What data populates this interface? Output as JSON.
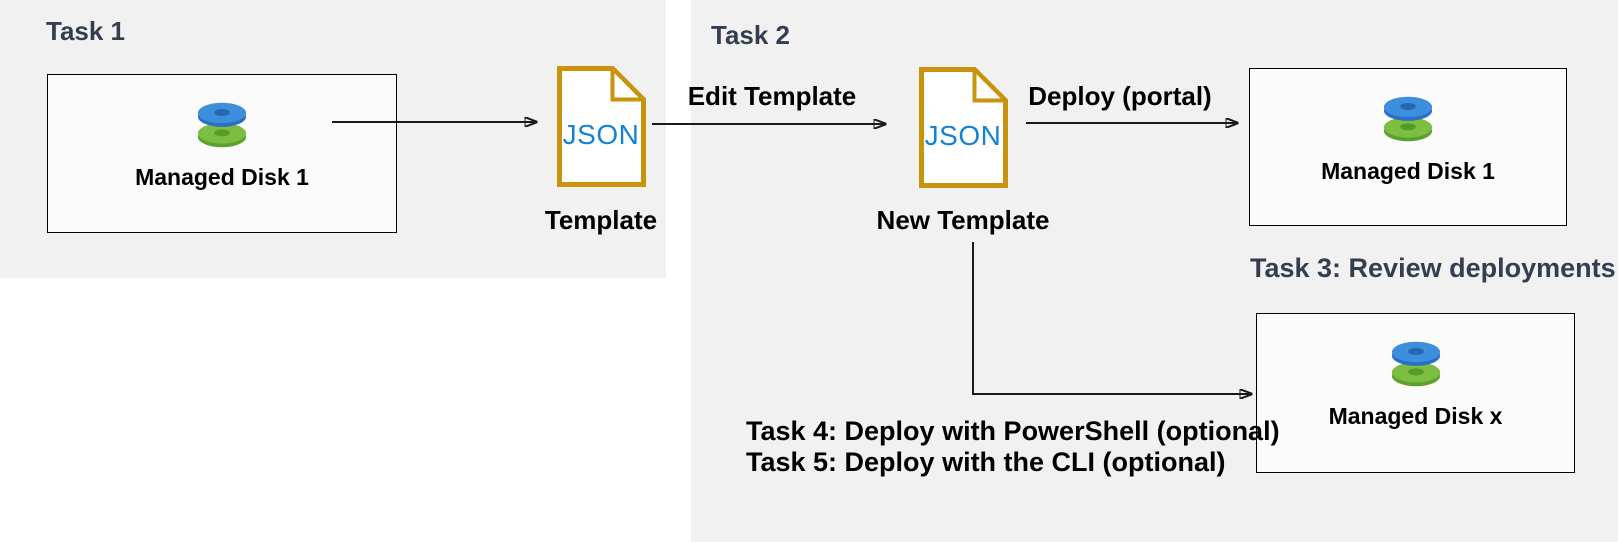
{
  "colors": {
    "panel_bg": "#f1f1f1",
    "heading": "#333f50",
    "box_bg": "#fbfbfb",
    "box_border": "#000000",
    "arrow": "#1a1a1a",
    "json_border": "#c8940e",
    "json_text": "#1583d5",
    "file_fill": "#ffffff",
    "disk_blue_top": "#3e8ede",
    "disk_blue_rim": "#2b70c2",
    "disk_blue_hole": "#2766b0",
    "disk_green_top": "#7cbe41",
    "disk_green_rim": "#5da02f",
    "disk_green_hole": "#569a2a"
  },
  "task1": {
    "title": "Task 1",
    "disk_label": "Managed Disk 1",
    "file_text": "JSON",
    "file_label": "Template"
  },
  "task2": {
    "title": "Task 2",
    "edit_arrow_label": "Edit Template",
    "file_text": "JSON",
    "file_label": "New Template",
    "deploy_arrow_label": "Deploy (portal)",
    "disk_label": "Managed Disk 1"
  },
  "task3": {
    "title": "Task 3: Review deployments",
    "disk_label": "Managed Disk x"
  },
  "task4_5": {
    "line1": "Task 4: Deploy with PowerShell (optional)",
    "line2": "Task 5: Deploy with the CLI (optional)"
  }
}
